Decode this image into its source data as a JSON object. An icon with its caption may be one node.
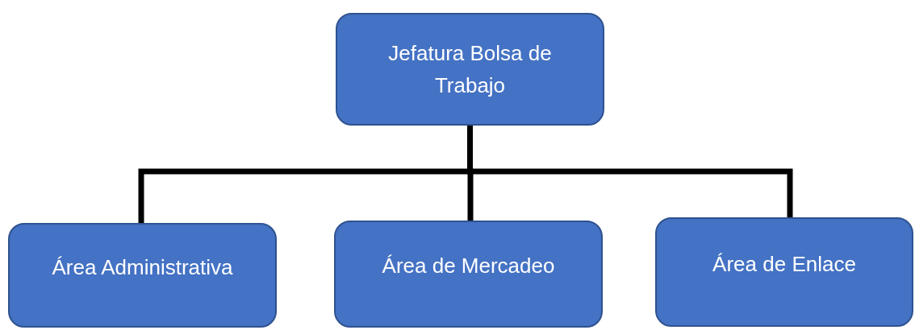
{
  "diagram": {
    "nodes": [
      {
        "text": [
          "Jefatura Bolsa de Trabajo"
        ]
      },
      {
        "text": [
          "Área Administrativa"
        ]
      },
      {
        "text": [
          "Área de Mercadeo"
        ]
      },
      {
        "text": [
          "Área de Enlace"
        ]
      }
    ],
    "edges": [
      {
        "from": 0,
        "to": 1,
        "arrow": "none"
      },
      {
        "from": 0,
        "to": 2,
        "arrow": "none"
      },
      {
        "from": 0,
        "to": 3,
        "arrow": "none"
      }
    ]
  }
}
